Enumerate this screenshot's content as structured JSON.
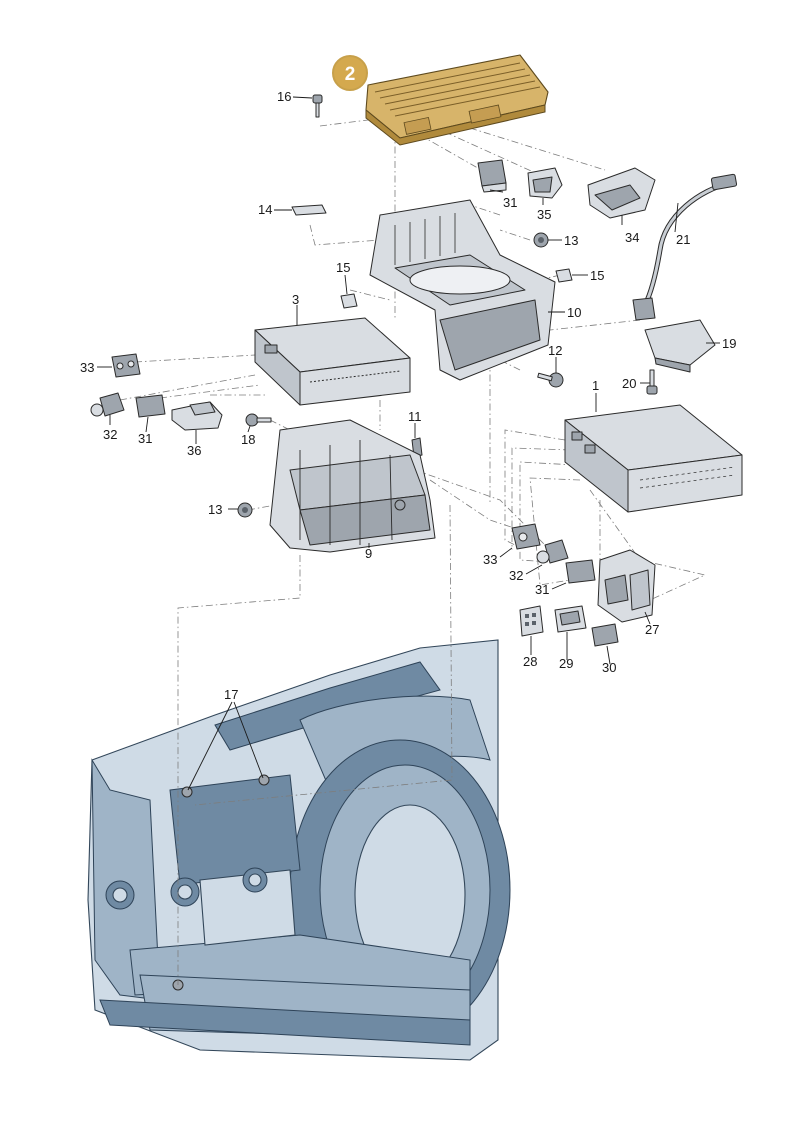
{
  "highlight": {
    "number": "2",
    "color": "#d4a94e",
    "ring_color": "#c7a04a"
  },
  "callouts": [
    {
      "id": "2",
      "text": "2"
    },
    {
      "id": "16",
      "text": "16"
    },
    {
      "id": "14",
      "text": "14"
    },
    {
      "id": "31a",
      "text": "31"
    },
    {
      "id": "35",
      "text": "35"
    },
    {
      "id": "34",
      "text": "34"
    },
    {
      "id": "21",
      "text": "21"
    },
    {
      "id": "13a",
      "text": "13"
    },
    {
      "id": "15a",
      "text": "15"
    },
    {
      "id": "15b",
      "text": "15"
    },
    {
      "id": "10",
      "text": "10"
    },
    {
      "id": "3",
      "text": "3"
    },
    {
      "id": "19",
      "text": "19"
    },
    {
      "id": "12",
      "text": "12"
    },
    {
      "id": "33a",
      "text": "33"
    },
    {
      "id": "20",
      "text": "20"
    },
    {
      "id": "1",
      "text": "1"
    },
    {
      "id": "32a",
      "text": "32"
    },
    {
      "id": "31b",
      "text": "31"
    },
    {
      "id": "36",
      "text": "36"
    },
    {
      "id": "18",
      "text": "18"
    },
    {
      "id": "11",
      "text": "11"
    },
    {
      "id": "13b",
      "text": "13"
    },
    {
      "id": "9",
      "text": "9"
    },
    {
      "id": "33b",
      "text": "33"
    },
    {
      "id": "32b",
      "text": "32"
    },
    {
      "id": "31c",
      "text": "31"
    },
    {
      "id": "27",
      "text": "27"
    },
    {
      "id": "28",
      "text": "28"
    },
    {
      "id": "29",
      "text": "29"
    },
    {
      "id": "30",
      "text": "30"
    },
    {
      "id": "17",
      "text": "17"
    }
  ]
}
